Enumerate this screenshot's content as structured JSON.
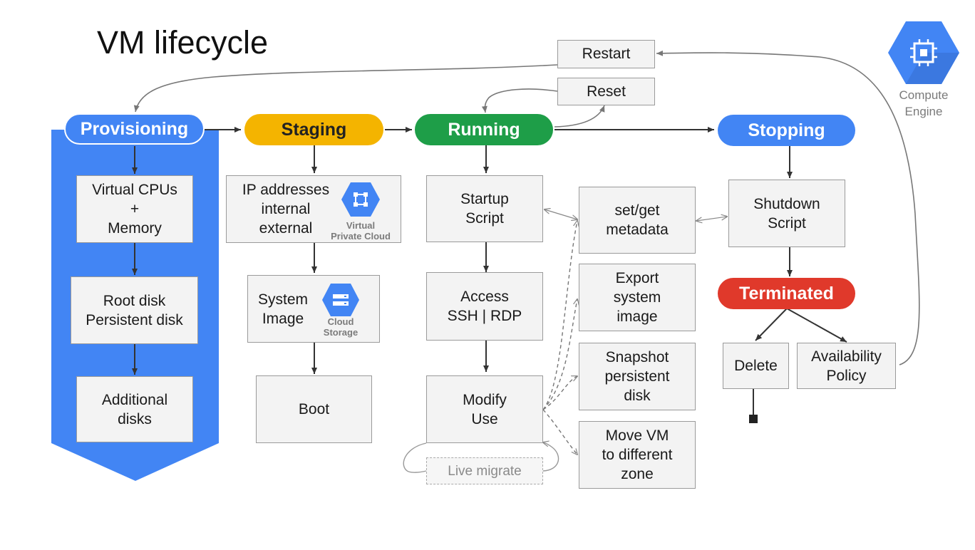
{
  "title": "VM lifecycle",
  "colors": {
    "provisioning": "#4285f4",
    "staging": "#f4b400",
    "running": "#1e9e48",
    "stopping": "#4285f4",
    "terminated": "#e0392b"
  },
  "states": {
    "provisioning": "Provisioning",
    "staging": "Staging",
    "running": "Running",
    "stopping": "Stopping",
    "terminated": "Terminated"
  },
  "provisioning_steps": [
    "Virtual CPUs\n+\nMemory",
    "Root disk\nPersistent disk",
    "Additional\ndisks"
  ],
  "staging_steps": {
    "ip": "IP addresses\ninternal\nexternal",
    "image": "System\nImage",
    "boot": "Boot"
  },
  "badges": {
    "vpc_label": "Virtual\nPrivate Cloud",
    "vpc_icon": "vpc-icon",
    "storage_label": "Cloud\nStorage",
    "storage_icon": "cloud-storage-icon",
    "compute_engine_label": "Compute\nEngine",
    "compute_engine_icon": "compute-engine-icon"
  },
  "running_steps": {
    "startup": "Startup\nScript",
    "access": "Access\nSSH | RDP",
    "modify": "Modify\nUse",
    "live_migrate": "Live migrate"
  },
  "actions": {
    "metadata": "set/get\nmetadata",
    "export": "Export\nsystem\nimage",
    "snapshot": "Snapshot\npersistent\ndisk",
    "move": "Move VM\nto different\nzone"
  },
  "stopping_steps": {
    "shutdown": "Shutdown\nScript",
    "delete": "Delete",
    "availability": "Availability\nPolicy"
  },
  "transitions": {
    "restart": "Restart",
    "reset": "Reset"
  }
}
